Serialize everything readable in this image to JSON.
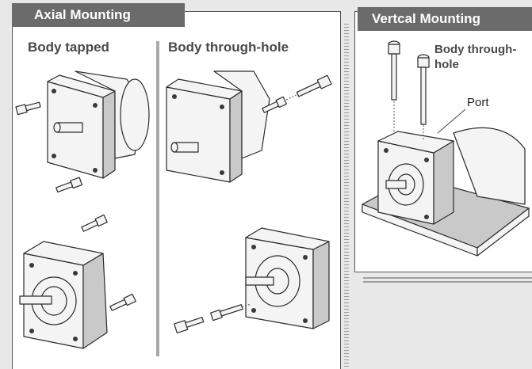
{
  "axial": {
    "title": "Axial Mounting",
    "body_tapped": "Body tapped",
    "body_through_hole": "Body through-hole"
  },
  "vertical": {
    "title": "Vertcal Mounting",
    "body_through_hole": "Body through-\nhole",
    "port_label": "Port"
  },
  "colors": {
    "tab_bg": "#6b6b6b",
    "tab_text": "#ffffff",
    "subtitle_text": "#4a4a4a",
    "background": "#e8e8e8"
  }
}
